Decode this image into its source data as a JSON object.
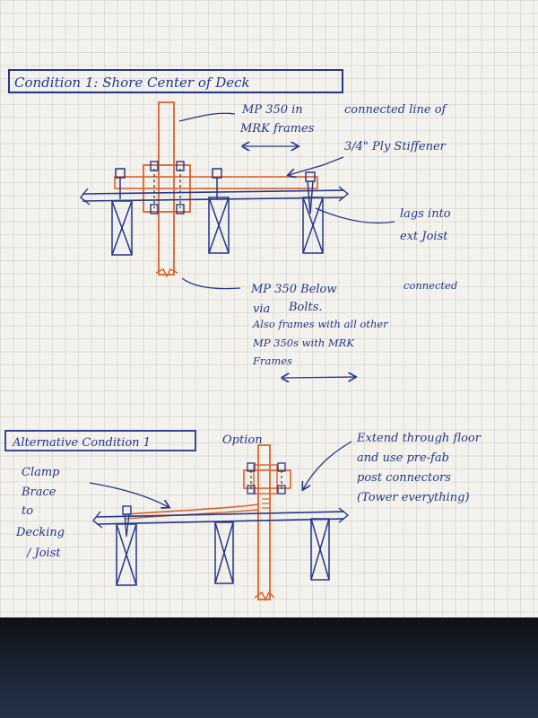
{
  "condition1": {
    "title": "Condition 1: Shore Center of Deck",
    "note_frames": [
      "MP 350 in",
      "connected line of",
      "MRK frames"
    ],
    "note_stiffener": "3/4\" Ply Stiffener",
    "note_lags": [
      "lags into",
      "ext Joist"
    ],
    "note_below": [
      "MP 350 Below",
      "connected",
      "via",
      "Bolts.",
      "Also frames with all other",
      "MP 350s with MRK",
      "Frames"
    ]
  },
  "condition2": {
    "title": "Alternative Condition 1",
    "option": "Option",
    "note_clamp": [
      "Clamp",
      "Brace",
      "to",
      "Decking",
      "/ Joist"
    ],
    "note_extend": [
      "Extend through floor",
      "and use pre-fab",
      "post connectors",
      "(Tower everything)"
    ]
  },
  "colors": {
    "blue_ink": "#24388a",
    "orange_ink": "#d9622b",
    "paper": "#f4f2ec"
  }
}
